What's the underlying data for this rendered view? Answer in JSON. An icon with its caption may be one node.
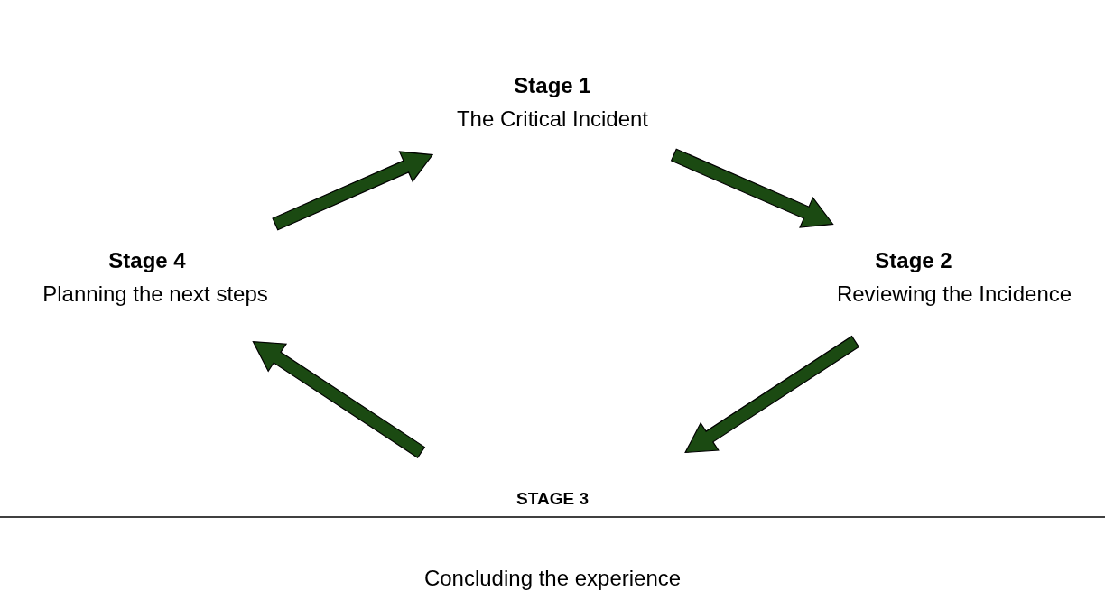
{
  "diagram": {
    "nodes": [
      {
        "text": [
          "Stage 1",
          "The Critical Incident"
        ]
      },
      {
        "text": [
          "Stage 2",
          "Reviewing the Incidence"
        ]
      },
      {
        "text": [
          "STAGE 3",
          "Concluding the experience"
        ]
      },
      {
        "text": [
          "Stage 4",
          "Planning the next steps"
        ]
      }
    ],
    "edges": [
      {
        "from": 0,
        "to": 1,
        "arrow": "to"
      },
      {
        "from": 1,
        "to": 2,
        "arrow": "to"
      },
      {
        "from": 2,
        "to": 3,
        "arrow": "to"
      },
      {
        "from": 3,
        "to": 0,
        "arrow": "to"
      }
    ]
  }
}
